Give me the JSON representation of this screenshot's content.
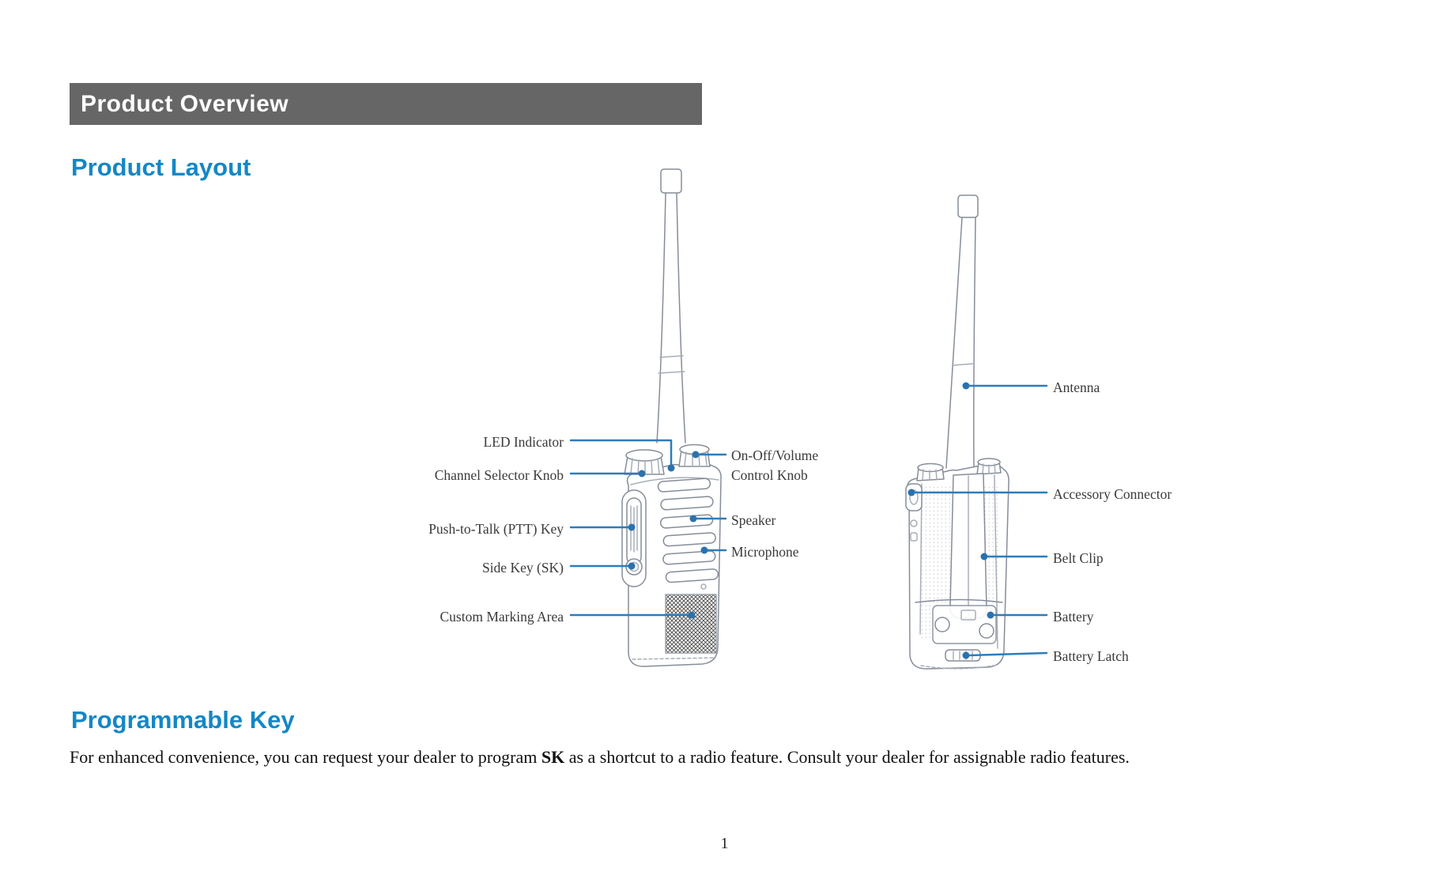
{
  "page": {
    "section_header": "Product Overview",
    "heading_product_layout": "Product Layout",
    "heading_programmable_key": "Programmable Key",
    "body_text": {
      "prefix": "For enhanced convenience, you can request your dealer to program ",
      "bold": "SK",
      "suffix": " as a shortcut to a radio feature. Consult your dealer for assignable radio features."
    },
    "page_number": "1"
  },
  "diagram": {
    "front_labels": {
      "led_indicator": "LED Indicator",
      "channel_selector_knob": "Channel Selector Knob",
      "ptt_key": "Push-to-Talk (PTT) Key",
      "side_key": "Side Key (SK)",
      "custom_marking_area": "Custom Marking Area",
      "volume_knob": "On-Off/Volume Control Knob",
      "speaker": "Speaker",
      "microphone": "Microphone"
    },
    "back_labels": {
      "antenna": "Antenna",
      "accessory_connector": "Accessory Connector",
      "belt_clip": "Belt Clip",
      "battery": "Battery",
      "battery_latch": "Battery Latch"
    }
  },
  "colors": {
    "section_bar_gray": "#666666",
    "heading_blue": "#1487c6",
    "leader_line_blue": "#2e7cb9"
  }
}
